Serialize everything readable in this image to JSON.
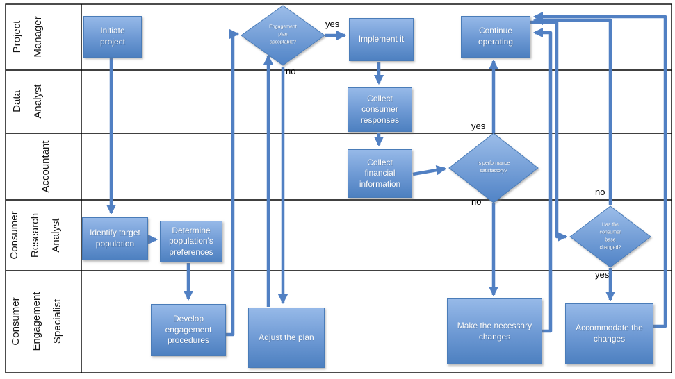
{
  "lanes": [
    {
      "label_lines": [
        "Project",
        "Manager"
      ]
    },
    {
      "label_lines": [
        "Data",
        "Analyst"
      ]
    },
    {
      "label_lines": [
        "Accountant"
      ]
    },
    {
      "label_lines": [
        "Consumer",
        "Research",
        "Analyst"
      ]
    },
    {
      "label_lines": [
        "Consumer",
        "Engagement",
        "Specialist"
      ]
    }
  ],
  "nodes": {
    "initiate_project": {
      "label": "Initiate project"
    },
    "engagement_plan_acceptable": {
      "label": "Engagement plan acceptable?"
    },
    "implement_it": {
      "label": "Implement it"
    },
    "continue_operating": {
      "label": "Continue operating"
    },
    "collect_consumer_responses": {
      "label": "Collect consumer responses"
    },
    "collect_financial_information": {
      "label": "Collect financial information"
    },
    "is_performance_satisfactory": {
      "label": "Is performance satisfactory?"
    },
    "identify_target_population": {
      "label": "Identify target population"
    },
    "determine_populations_preferences": {
      "label": "Determine population's preferences"
    },
    "has_consumer_base_changed": {
      "label": "Has the consumer base changed?"
    },
    "develop_engagement_procedures": {
      "label": "Develop engagement procedures"
    },
    "adjust_the_plan": {
      "label": "Adjust the plan"
    },
    "make_necessary_changes": {
      "label": "Make the necessary changes"
    },
    "accommodate_changes": {
      "label": "Accommodate the changes"
    }
  },
  "edge_labels": {
    "plan_yes": "yes",
    "plan_no": "no",
    "perf_yes": "yes",
    "perf_no": "no",
    "base_no": "no",
    "base_yes": "yes"
  },
  "colors": {
    "connector": "#5180c3",
    "node-fill-top": "#96b9e8",
    "node-fill-bottom": "#4d80c0",
    "node-border": "#4a7cb8",
    "lane-line": "#000000"
  }
}
